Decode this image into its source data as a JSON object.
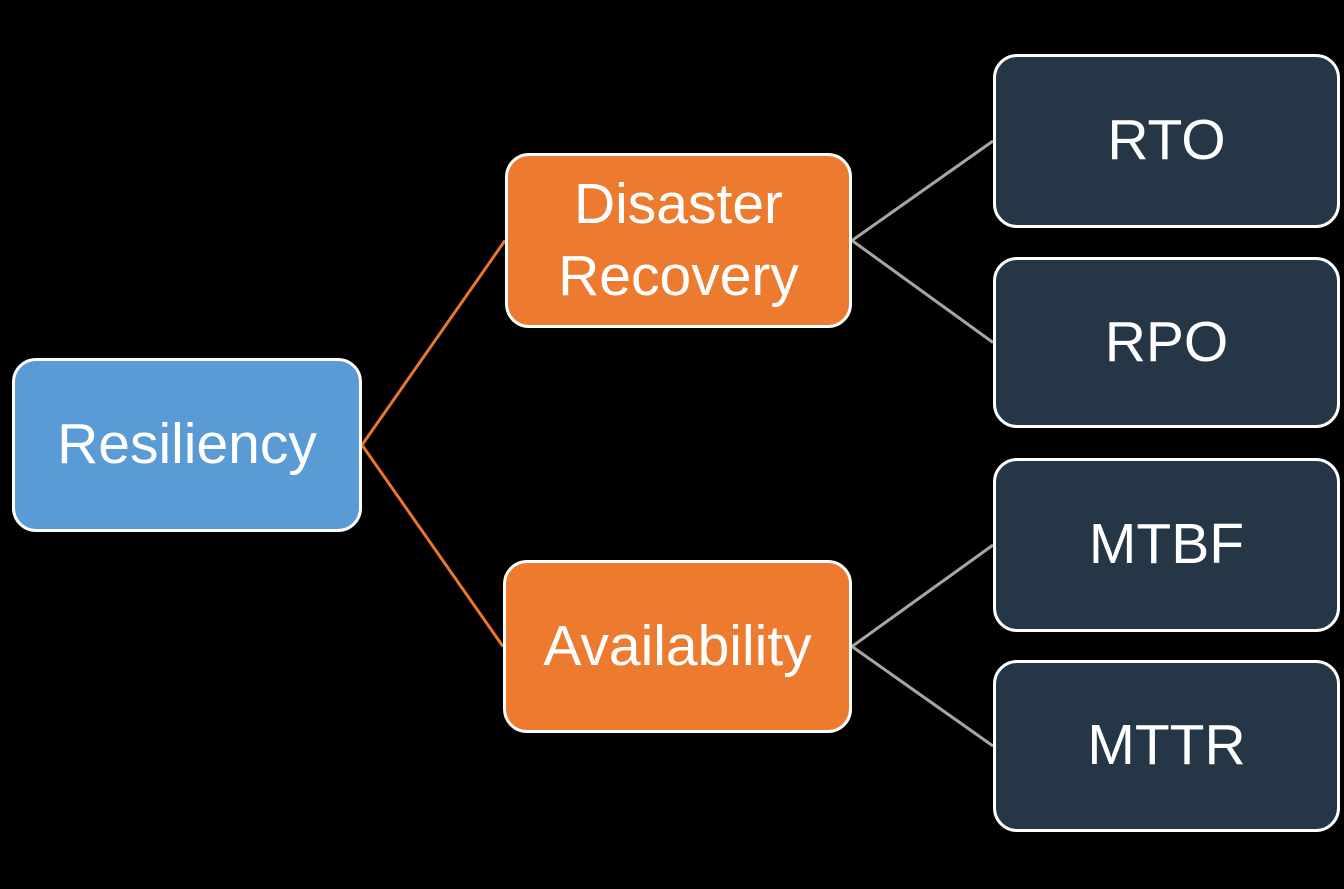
{
  "diagram": {
    "type": "hierarchy",
    "direction": "left-to-right",
    "nodes": [
      {
        "id": "resiliency",
        "label": "Resiliency",
        "level": "root"
      },
      {
        "id": "disaster-recovery",
        "label": "Disaster Recovery",
        "level": "branch"
      },
      {
        "id": "availability",
        "label": "Availability",
        "level": "branch"
      },
      {
        "id": "rto",
        "label": "RTO",
        "level": "leaf"
      },
      {
        "id": "rpo",
        "label": "RPO",
        "level": "leaf"
      },
      {
        "id": "mtbf",
        "label": "MTBF",
        "level": "leaf"
      },
      {
        "id": "mttr",
        "label": "MTTR",
        "level": "leaf"
      }
    ],
    "edges": [
      {
        "from": "resiliency",
        "to": "disaster-recovery",
        "color": "edge_primary"
      },
      {
        "from": "resiliency",
        "to": "availability",
        "color": "edge_primary"
      },
      {
        "from": "disaster-recovery",
        "to": "rto",
        "color": "edge_secondary"
      },
      {
        "from": "disaster-recovery",
        "to": "rpo",
        "color": "edge_secondary"
      },
      {
        "from": "availability",
        "to": "mtbf",
        "color": "edge_secondary"
      },
      {
        "from": "availability",
        "to": "mttr",
        "color": "edge_secondary"
      }
    ]
  },
  "colors": {
    "background": "#000000",
    "root_fill": "#5B9BD5",
    "branch_fill": "#EC7B30",
    "leaf_fill": "#253746",
    "node_border": "#FFFFFF",
    "label_text": "#FFFFFF",
    "edge_primary": "#E8762C",
    "edge_secondary": "#A6A6A6"
  }
}
